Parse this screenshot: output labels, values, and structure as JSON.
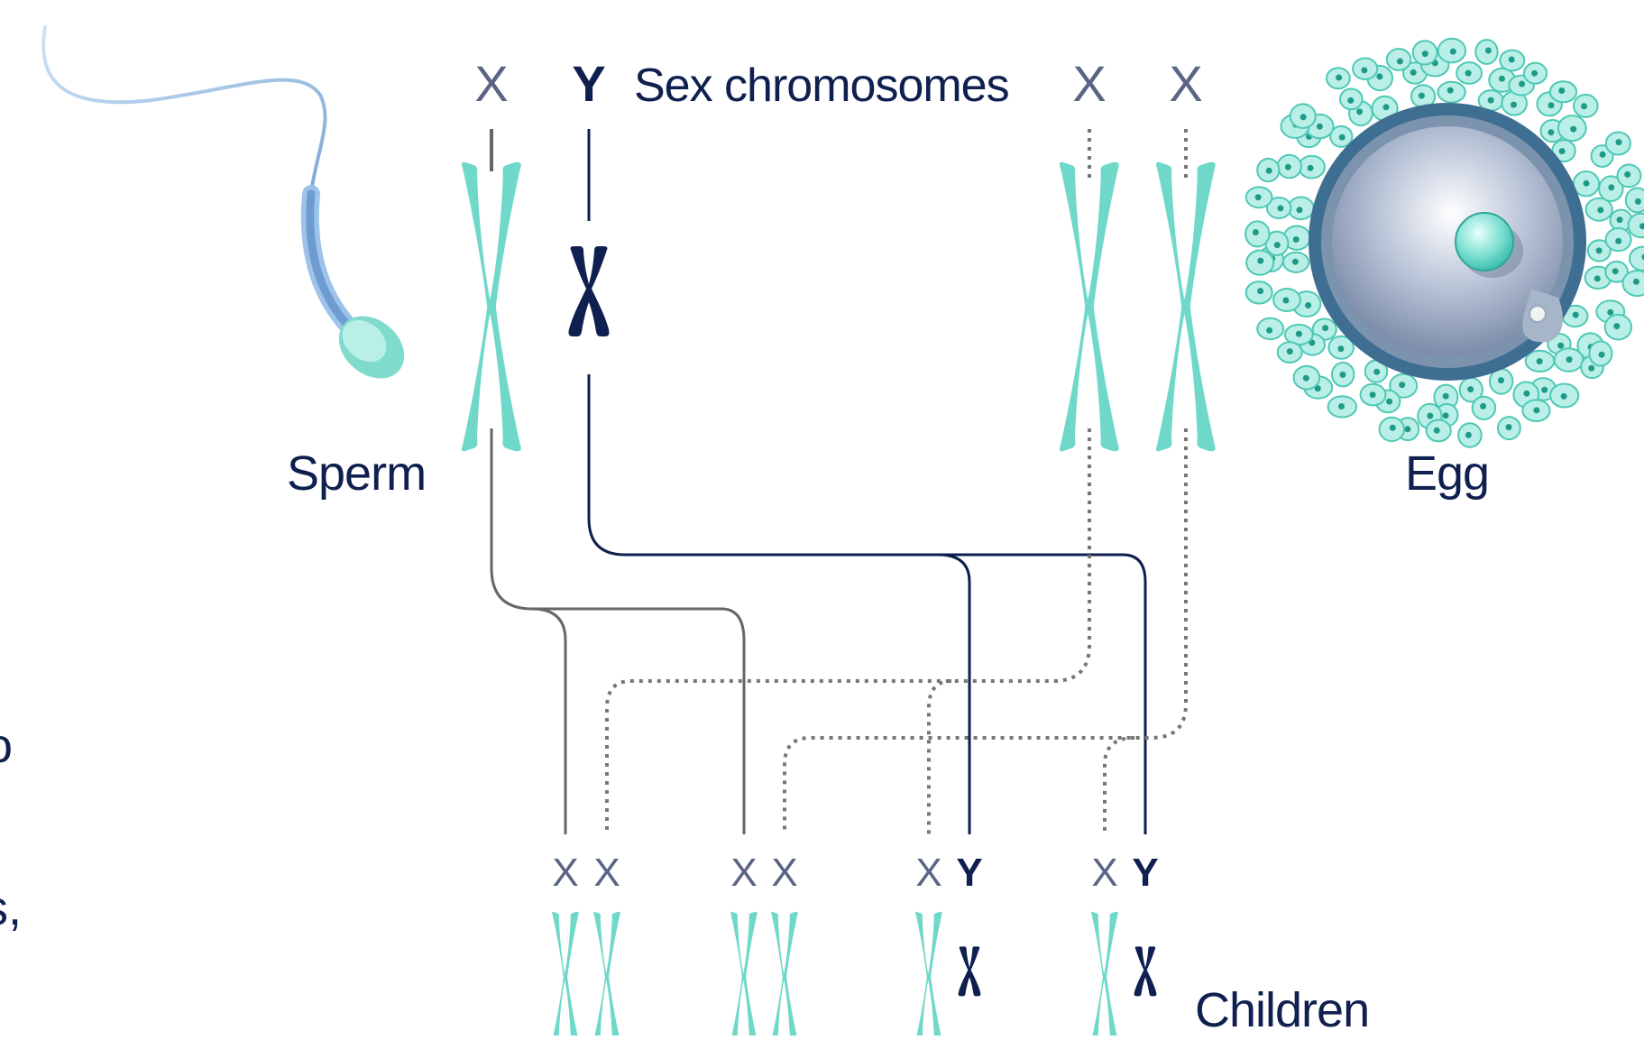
{
  "labels": {
    "sex_chromosomes": "Sex chromosomes",
    "sperm": "Sperm",
    "egg": "Egg",
    "children": "Children",
    "cut_off_left_1": "o",
    "cut_off_left_2": "s,"
  },
  "sperm_chromosomes": [
    "X",
    "Y"
  ],
  "egg_chromosomes": [
    "X",
    "X"
  ],
  "children": [
    [
      "X",
      "X"
    ],
    [
      "X",
      "X"
    ],
    [
      "X",
      "Y"
    ],
    [
      "X",
      "Y"
    ]
  ],
  "colors": {
    "teal": "#6fd8c9",
    "navy": "#0f1f4f",
    "grey_x": "#5a6484",
    "sperm_line": "#666666",
    "egg_line": "#777777",
    "egg_ring": "#3e6e92"
  }
}
